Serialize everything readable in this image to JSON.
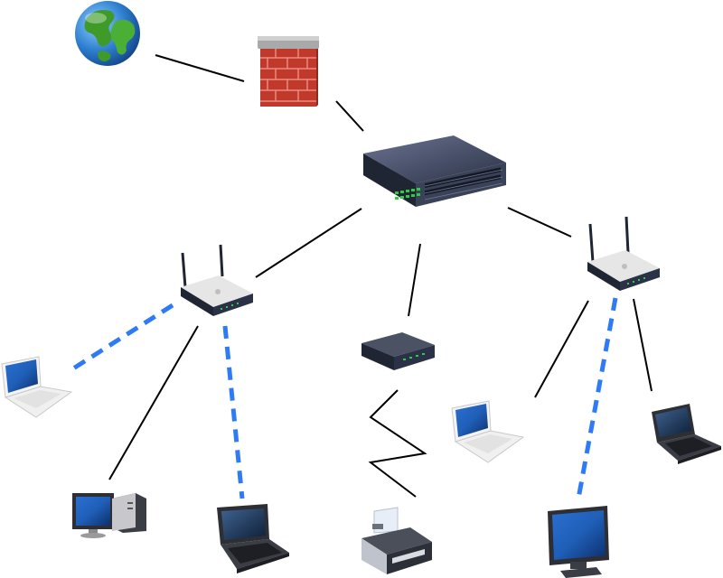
{
  "diagram": {
    "background": "#ffffff",
    "colors": {
      "wired_link": "#000000",
      "wireless_link": "#2f7bf5",
      "globe_ocean": "#2f7fd0",
      "globe_land": "#3f9a2a",
      "firewall_brick": "#c0392b",
      "firewall_cap": "#a9a9a9",
      "switch_body": "#3a4257",
      "port_led": "#2ecc40",
      "router_body": "#e6e6e6",
      "router_base": "#1f2533",
      "modem_body": "#3b4252",
      "screen_blue": "#1f5fb8",
      "laptop_shell": "#f4f4f4",
      "dark_device": "#2d2f35"
    },
    "nodes": [
      {
        "id": "internet",
        "icon": "globe-icon"
      },
      {
        "id": "firewall",
        "icon": "firewall-icon"
      },
      {
        "id": "core-switch",
        "icon": "network-switch-icon"
      },
      {
        "id": "router-left",
        "icon": "wireless-router-icon"
      },
      {
        "id": "router-right",
        "icon": "wireless-router-icon"
      },
      {
        "id": "modem",
        "icon": "modem-icon"
      },
      {
        "id": "laptop-left",
        "icon": "white-laptop-icon"
      },
      {
        "id": "desktop-left",
        "icon": "desktop-computer-icon"
      },
      {
        "id": "laptop-dark-left",
        "icon": "dark-laptop-icon"
      },
      {
        "id": "printer",
        "icon": "printer-icon"
      },
      {
        "id": "laptop-right-white",
        "icon": "white-laptop-icon"
      },
      {
        "id": "monitor-right",
        "icon": "monitor-icon"
      },
      {
        "id": "laptop-right-dark",
        "icon": "dark-laptop-icon"
      }
    ],
    "links": [
      {
        "from": "internet",
        "to": "firewall",
        "type": "wired"
      },
      {
        "from": "firewall",
        "to": "core-switch",
        "type": "wired"
      },
      {
        "from": "core-switch",
        "to": "router-left",
        "type": "wired"
      },
      {
        "from": "core-switch",
        "to": "modem",
        "type": "wired"
      },
      {
        "from": "core-switch",
        "to": "router-right",
        "type": "wired"
      },
      {
        "from": "router-left",
        "to": "laptop-left",
        "type": "wireless"
      },
      {
        "from": "router-left",
        "to": "desktop-left",
        "type": "wired"
      },
      {
        "from": "router-left",
        "to": "laptop-dark-left",
        "type": "wireless"
      },
      {
        "from": "modem",
        "to": "printer",
        "type": "serial"
      },
      {
        "from": "router-right",
        "to": "laptop-right-white",
        "type": "wired"
      },
      {
        "from": "router-right",
        "to": "monitor-right",
        "type": "wireless"
      },
      {
        "from": "router-right",
        "to": "laptop-right-dark",
        "type": "wired"
      }
    ]
  }
}
